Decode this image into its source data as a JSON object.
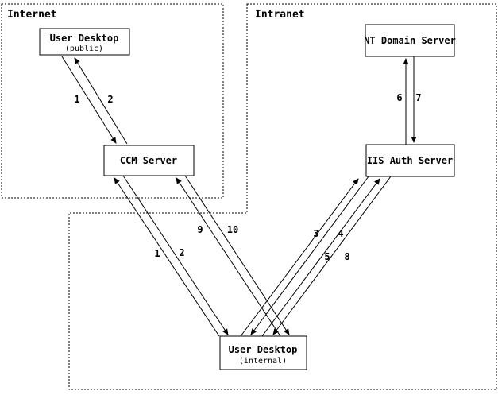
{
  "diagram": {
    "title_hint": "network authentication flow diagram",
    "colors": {
      "background": "#ffffff",
      "line": "#000000"
    },
    "zones": [
      {
        "id": "internet",
        "label": "Internet"
      },
      {
        "id": "intranet",
        "label": "Intranet"
      }
    ],
    "nodes": [
      {
        "id": "user-desktop-public",
        "title": "User Desktop",
        "subtitle": "(public)"
      },
      {
        "id": "ccm-server",
        "title": "CCM Server",
        "subtitle": ""
      },
      {
        "id": "nt-domain-server",
        "title": "NT Domain Server",
        "subtitle": ""
      },
      {
        "id": "iis-auth-server",
        "title": "IIS Auth Server",
        "subtitle": ""
      },
      {
        "id": "user-desktop-internal",
        "title": "User Desktop",
        "subtitle": "(internal)"
      }
    ],
    "edges": [
      {
        "label": "1",
        "from": "user-desktop-public",
        "to": "ccm-server"
      },
      {
        "label": "2",
        "from": "ccm-server",
        "to": "user-desktop-public"
      },
      {
        "label": "1",
        "from": "user-desktop-internal",
        "to": "ccm-server"
      },
      {
        "label": "2",
        "from": "ccm-server",
        "to": "user-desktop-internal"
      },
      {
        "label": "9",
        "from": "user-desktop-internal",
        "to": "ccm-server"
      },
      {
        "label": "10",
        "from": "ccm-server",
        "to": "user-desktop-internal"
      },
      {
        "label": "3",
        "from": "user-desktop-internal",
        "to": "iis-auth-server"
      },
      {
        "label": "4",
        "from": "iis-auth-server",
        "to": "user-desktop-internal"
      },
      {
        "label": "5",
        "from": "user-desktop-internal",
        "to": "iis-auth-server"
      },
      {
        "label": "8",
        "from": "iis-auth-server",
        "to": "user-desktop-internal"
      },
      {
        "label": "6",
        "from": "iis-auth-server",
        "to": "nt-domain-server"
      },
      {
        "label": "7",
        "from": "nt-domain-server",
        "to": "iis-auth-server"
      }
    ]
  }
}
